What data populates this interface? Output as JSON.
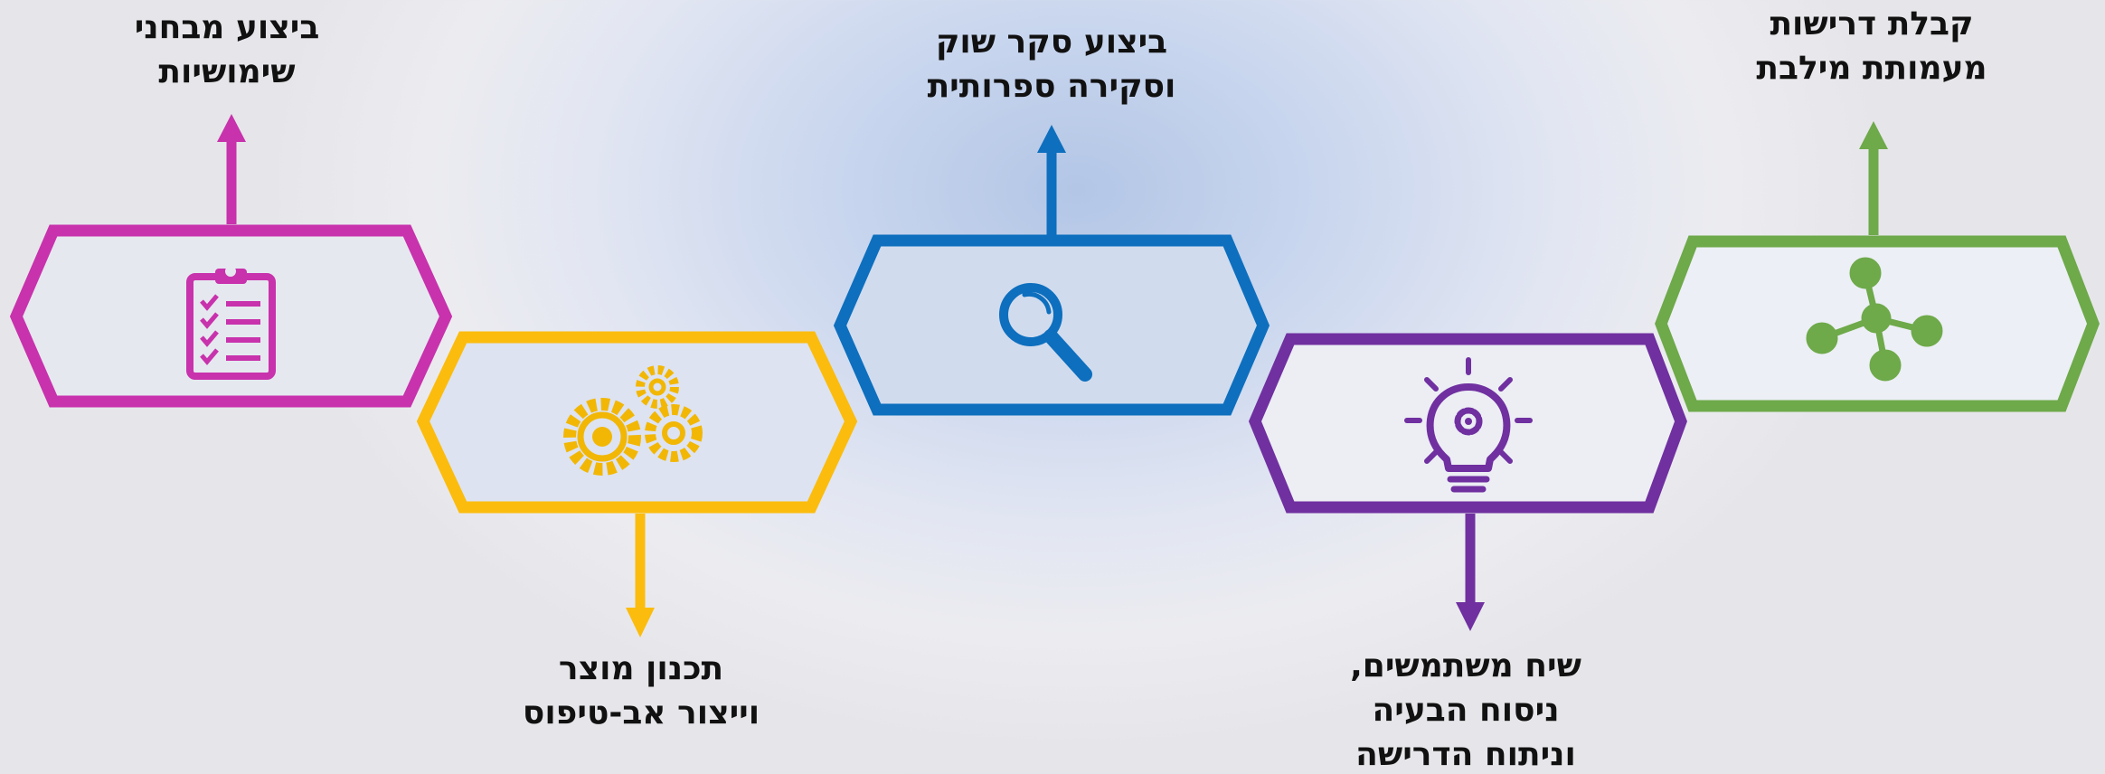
{
  "diagram": {
    "stages": [
      {
        "id": "requirements",
        "color": "#6ea94a",
        "icon": "network-nodes-icon",
        "label_lines": [
          "קבלת דרישות",
          "מעמותת מילבת"
        ]
      },
      {
        "id": "user-talks",
        "color": "#7030a0",
        "icon": "lightbulb-gear-icon",
        "label_lines": [
          "שיח משתמשים,",
          "ניסוח הבעיה",
          "וניתוח הדרישה"
        ]
      },
      {
        "id": "market-research",
        "color": "#0d6fbe",
        "icon": "magnifier-icon",
        "label_lines": [
          "ביצוע סקר שוק",
          "וסקירה ספרותית"
        ]
      },
      {
        "id": "product-design",
        "color": "#fbbc0d",
        "icon": "gears-icon",
        "label_lines": [
          "תכנון מוצר",
          "וייצור אב-טיפוס"
        ]
      },
      {
        "id": "usability-tests",
        "color": "#c832ac",
        "icon": "clipboard-checklist-icon",
        "label_lines": [
          "ביצוע מבחני",
          "שימושיות"
        ]
      }
    ]
  }
}
